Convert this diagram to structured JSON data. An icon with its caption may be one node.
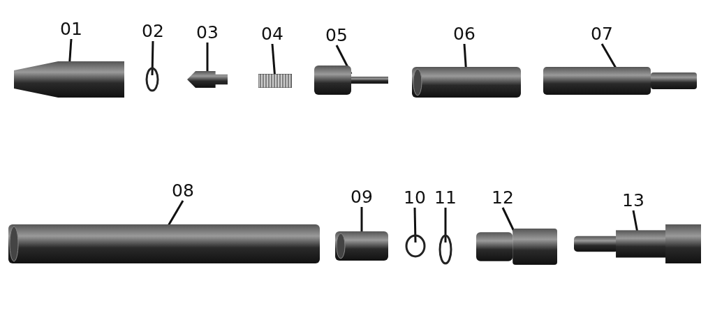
{
  "diagram": {
    "nodes": [
      {
        "text": [
          "01"
        ]
      },
      {
        "text": [],
        "shape": "picture"
      },
      {
        "text": [
          "02"
        ]
      },
      {
        "text": [],
        "shape": "circle"
      },
      {
        "text": [
          "03"
        ]
      },
      {
        "text": [],
        "shape": "picture"
      },
      {
        "text": [
          "04"
        ]
      },
      {
        "text": [],
        "shape": "picture"
      },
      {
        "text": [
          "05"
        ]
      },
      {
        "text": [],
        "shape": "picture"
      },
      {
        "text": [
          "06"
        ]
      },
      {
        "text": [],
        "shape": "picture"
      },
      {
        "text": [
          "07"
        ]
      },
      {
        "text": [],
        "shape": "picture"
      },
      {
        "text": [
          "08"
        ]
      },
      {
        "text": [],
        "shape": "picture"
      },
      {
        "text": [
          "09"
        ]
      },
      {
        "text": [],
        "shape": "picture"
      },
      {
        "text": [
          "10"
        ]
      },
      {
        "text": [],
        "shape": "circle"
      },
      {
        "text": [
          "11"
        ]
      },
      {
        "text": [],
        "shape": "circle"
      },
      {
        "text": [
          "12"
        ]
      },
      {
        "text": [],
        "shape": "picture"
      },
      {
        "text": [
          "13"
        ]
      },
      {
        "text": [],
        "shape": "picture"
      }
    ],
    "edges": [
      {
        "from": 0,
        "to": 1,
        "arrow": "none"
      },
      {
        "from": 2,
        "to": 3,
        "arrow": "none"
      },
      {
        "from": 4,
        "to": 5,
        "arrow": "none"
      },
      {
        "from": 6,
        "to": 7,
        "arrow": "none"
      },
      {
        "from": 8,
        "to": 9,
        "arrow": "none"
      },
      {
        "from": 10,
        "to": 11,
        "arrow": "none"
      },
      {
        "from": 12,
        "to": 13,
        "arrow": "none"
      },
      {
        "from": 14,
        "to": 15,
        "arrow": "none"
      },
      {
        "from": 16,
        "to": 17,
        "arrow": "none"
      },
      {
        "from": 18,
        "to": 19,
        "arrow": "none"
      },
      {
        "from": 20,
        "to": 21,
        "arrow": "none"
      },
      {
        "from": 22,
        "to": 23,
        "arrow": "none"
      },
      {
        "from": 24,
        "to": 25,
        "arrow": "none"
      }
    ]
  }
}
